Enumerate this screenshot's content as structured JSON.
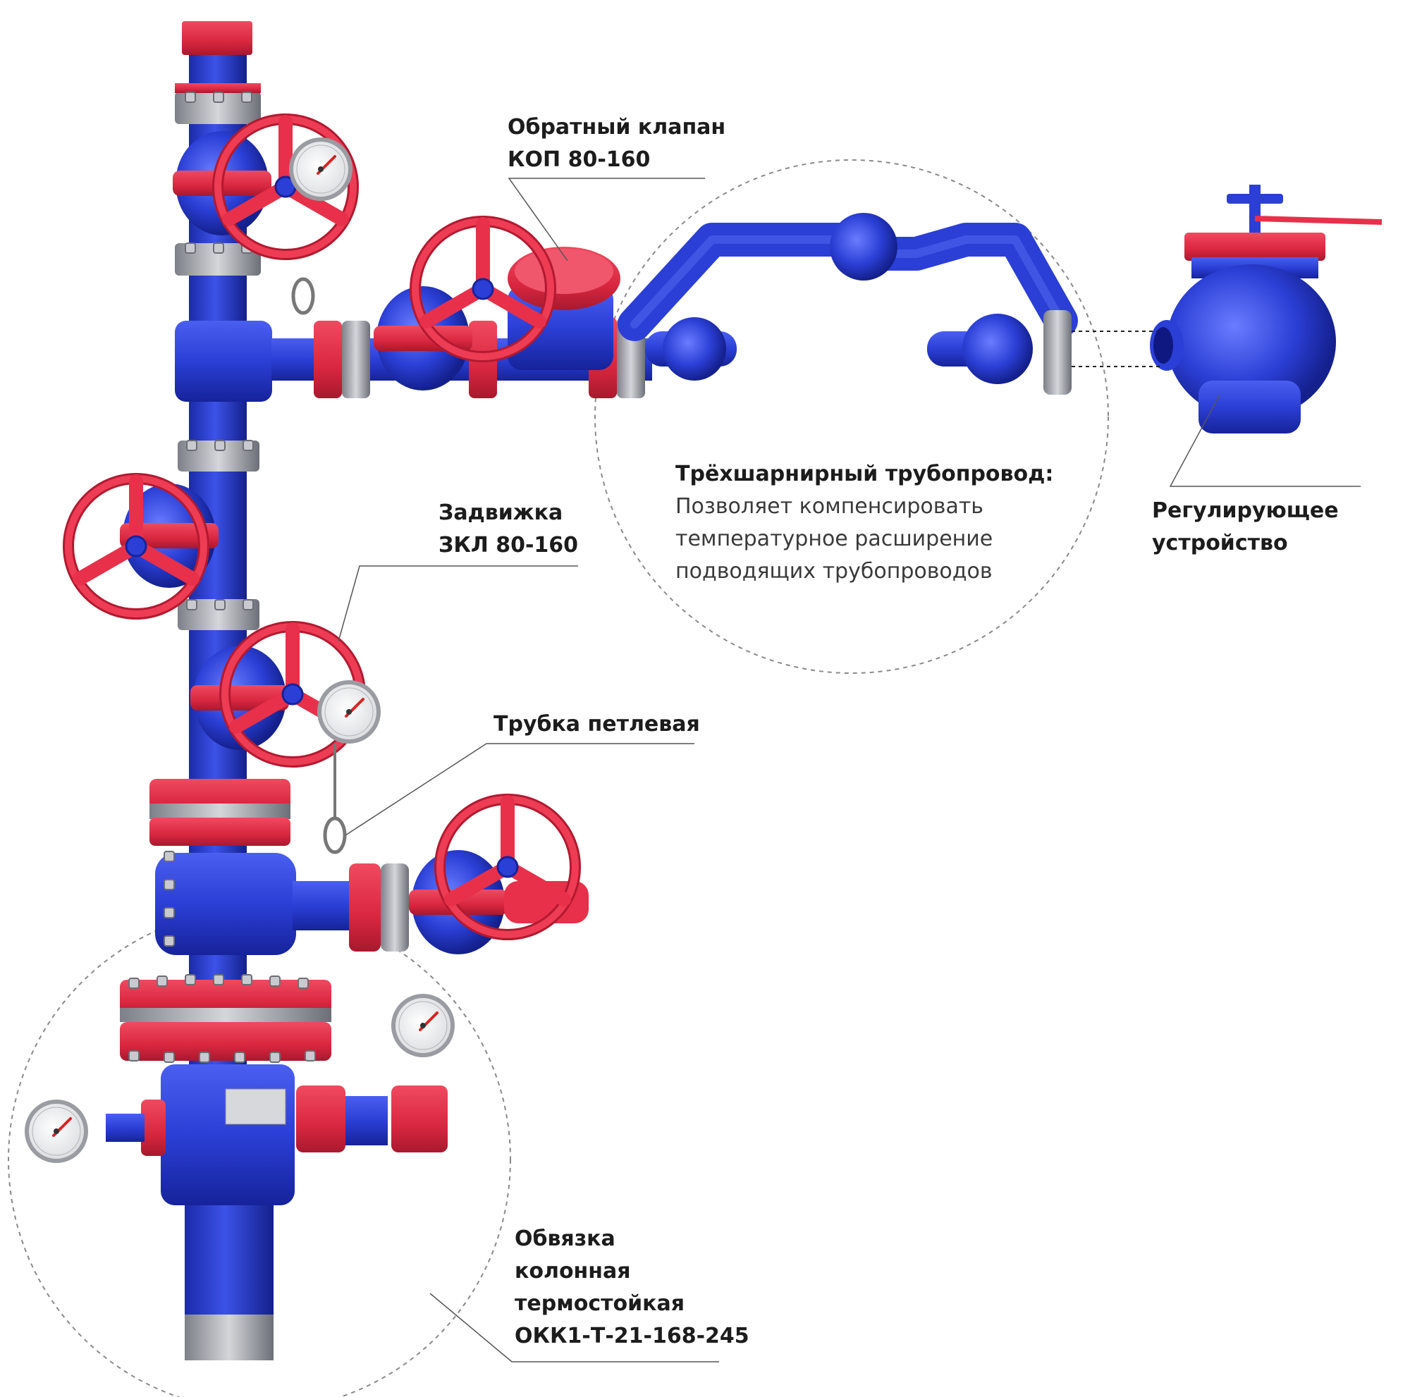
{
  "colors": {
    "body_blue": "#2b3fd6",
    "body_blue_dark": "#16239a",
    "body_blue_light": "#5468f0",
    "handwheel_red": "#e8304a",
    "flange_red": "#e02d45",
    "steel_grey": "#b9bcc2",
    "leader_line": "#555555",
    "dashed_circle": "#8a8a8a"
  },
  "labels": {
    "check_valve": {
      "line1": "Обратный клапан",
      "line2": "КОП 80-160"
    },
    "pipeline": {
      "title": "Трёхшарнирный трубопровод:",
      "desc1": "Позволяет компенсировать",
      "desc2": "температурное расширение",
      "desc3": "подводящих трубопроводов"
    },
    "regulator": {
      "line1": "Регулирующее",
      "line2": "устройство"
    },
    "gate_valve": {
      "line1": "Задвижка",
      "line2": "ЗКЛ 80-160"
    },
    "loop_tube": {
      "line1": "Трубка петлевая"
    },
    "casing_head": {
      "line1": "Обвязка",
      "line2": "колонная",
      "line3": "термостойкая",
      "line4": "ОКК1-Т-21-168-245"
    }
  },
  "icons": [
    "handwheel-icon",
    "pressure-gauge-icon",
    "flange-icon",
    "bolt-icon"
  ]
}
